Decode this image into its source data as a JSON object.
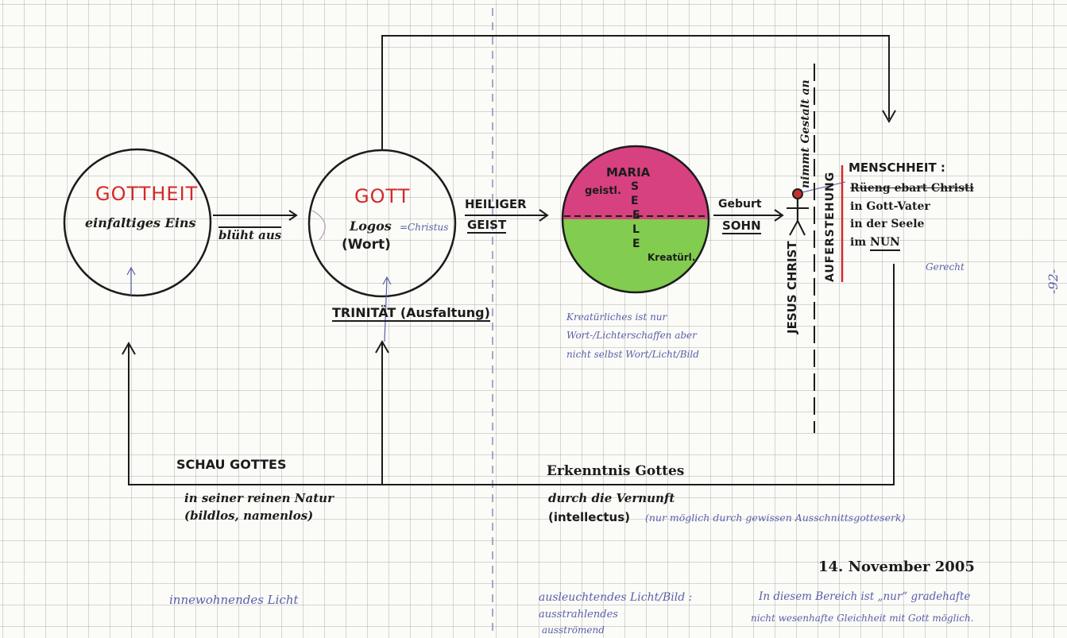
{
  "gottheit": {
    "title": "GOTTHEIT",
    "subtitle": "einfaltiges Eins"
  },
  "gott": {
    "title": "GOTT",
    "logos": "Logos",
    "christus": "=Christus",
    "wort": "(Wort)"
  },
  "arrow_label_1": "blüht aus",
  "heiliger_geist": {
    "line1": "HEILIGER",
    "line2": "GEIST"
  },
  "trinitaet": "TRINITÄT (Ausfaltung)",
  "maria_circle": {
    "maria": "MARIA",
    "geistl": "geistl.",
    "seele_letters": [
      "S",
      "E",
      "E",
      "L",
      "E"
    ],
    "kreatuerl": "Kreatürl."
  },
  "geburt": {
    "line1": "Geburt",
    "line2": "SOHN"
  },
  "jesus": {
    "vertical_label": "JESUS CHRIST",
    "nimmt": "nimmt Gestalt an"
  },
  "auferstehung": "AUFERSTEHUNG",
  "menschheit": {
    "title": "MENSCHHEIT :",
    "line1": "Rüeng ebart Christi",
    "line2": "in Gott-Vater",
    "line3": "in der Seele",
    "line4_prefix": "im ",
    "line4_nun": "NUN",
    "gerecht": "Gerecht"
  },
  "kreatuerliches_note": [
    "Kreatürliches ist nur",
    "Wort-/Lichterschaffen aber",
    "nicht selbst Wort/Licht/Bild"
  ],
  "schau": {
    "title": "SCHAU GOTTES",
    "line1": "in seiner reinen Natur",
    "line2": "(bildlos, namenlos)"
  },
  "erkenntnis": {
    "title": "Erkenntnis Gottes",
    "line1": "durch die Vernunft",
    "line2": "(intellectus)",
    "note": "(nur möglich durch gewissen Ausschnittsgotteserk)"
  },
  "date": "14. November 2005",
  "page_number": "-92-",
  "bottom_left": "innewohnendes Licht",
  "bottom_mid": [
    "ausleuchtendes Licht/Bild :",
    "ausstrahlendes",
    "ausströmend"
  ],
  "bottom_right": [
    "In diesem Bereich ist „nur“ gradehafte",
    "nicht wesenhafte Gleichheit mit Gott möglich."
  ],
  "colors": {
    "ink": "#1c1c1c",
    "red": "#d32a2a",
    "blue_pen": "#5a5fa8",
    "magenta": "#d8417f",
    "green": "#82cc4f"
  }
}
